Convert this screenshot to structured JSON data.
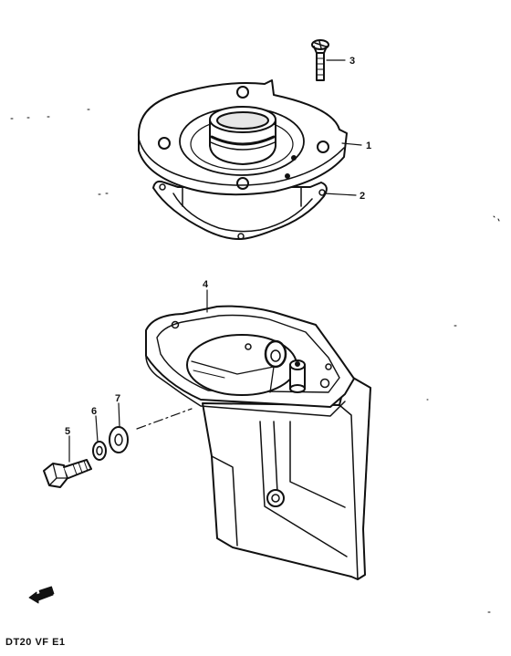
{
  "callouts": {
    "plate": "1",
    "gasket": "2",
    "screw": "3",
    "bracket": "4",
    "bolt": "5",
    "lock_washer": "6",
    "washer": "7"
  },
  "drawing_code": "DT20 VF E1",
  "fwd_symbol": "FWD-arrow-icon",
  "colors": {
    "ink": "#111111",
    "paper": "#ffffff"
  }
}
